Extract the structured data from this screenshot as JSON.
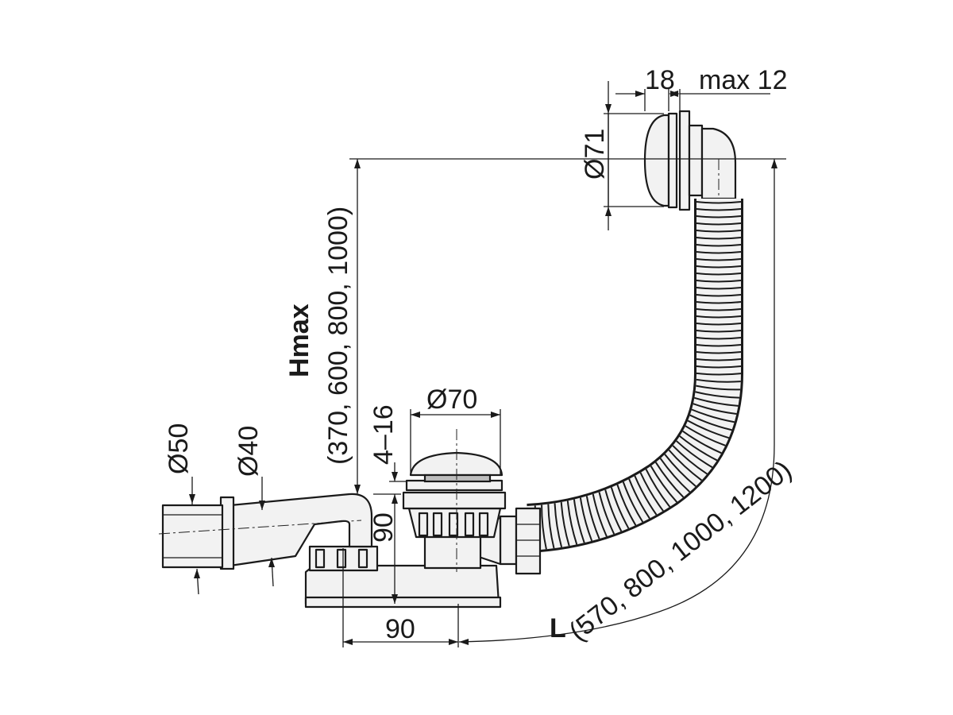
{
  "diagram": {
    "labels": {
      "dim_18": "18",
      "dim_max12": "max 12",
      "dim_d71": "Ø71",
      "dim_d70": "Ø70",
      "dim_d50": "Ø50",
      "dim_d40": "Ø40",
      "dim_4_16": "4–16",
      "dim_90_vertical": "90",
      "dim_90_horizontal": "90",
      "hmax_title": "Hmax",
      "hmax_values": "(370, 600, 800, 1000)",
      "length_title": "L",
      "length_values": "(570, 800, 1000, 1200)"
    },
    "colors": {
      "line": "#1a1a1a",
      "part_fill": "#f2f2f2",
      "cap_fill": "#bdbdbd",
      "background": "#ffffff"
    }
  }
}
